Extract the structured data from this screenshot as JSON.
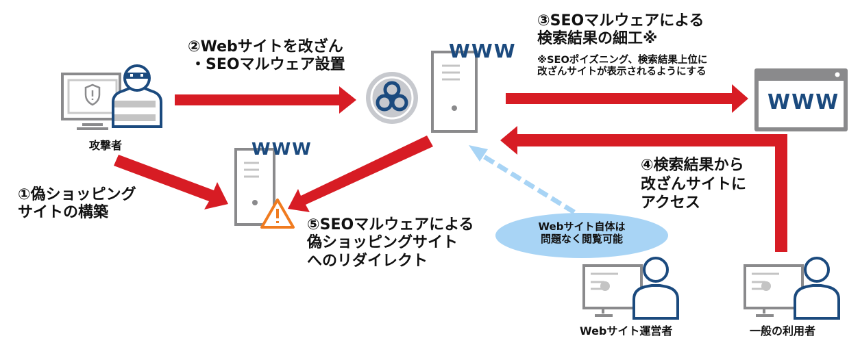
{
  "colors": {
    "arrow": "#d71c24",
    "navy": "#1b4a7e",
    "gray": "#8a8a8c",
    "light_blue": "#a8d4f5",
    "warning": "#f07b1f"
  },
  "labels": {
    "attacker": "攻撃者",
    "operator": "Webサイト運営者",
    "user": "一般の利用者"
  },
  "www": "WWW",
  "steps": {
    "step1": [
      "①偽ショッピング",
      "サイトの構築"
    ],
    "step2": [
      "②Webサイトを改ざん",
      "・SEOマルウェア設置"
    ],
    "step3": [
      "③SEOマルウェアによる",
      "検索結果の細工※"
    ],
    "step3_note": [
      "※SEOポイズニング、検索結果上位に",
      "改ざんサイトが表示されるようにする"
    ],
    "step4": [
      "④検索結果から",
      "改ざんサイトに",
      "アクセス"
    ],
    "step5": [
      "⑤SEOマルウェアによる",
      "偽ショッピングサイト",
      "へのリダイレクト"
    ]
  },
  "bubble": [
    "Webサイト自体は",
    "問題なく閲覧可能"
  ]
}
